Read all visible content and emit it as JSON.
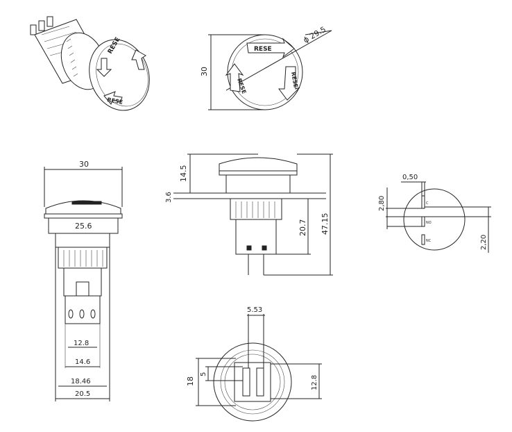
{
  "top_view": {
    "dim_diameter": "ϕ 29.5",
    "dim_height": "30",
    "arrow_labels": [
      "RESE",
      "RESE",
      "RESE"
    ]
  },
  "iso_view": {
    "arrow_labels": [
      "RESE",
      "RESE"
    ]
  },
  "front_view": {
    "dim_top_width": "30",
    "dim_cap_width": "25.6",
    "dim_inner_12_8": "12.8",
    "dim_inner_14_6": "14.6",
    "dim_inner_18_46": "18.46",
    "dim_bottom_width": "20.5"
  },
  "side_view": {
    "dim_cap_height": "14.5",
    "dim_panel": "3.6",
    "dim_body_height": "20.7",
    "dim_total_height": "47.15"
  },
  "detail_view": {
    "dim_pin_width": "0,50",
    "dim_height_2_80": "2,80",
    "dim_height_2_20": "2,20",
    "terminal_labels": [
      "C",
      "NO",
      "NC"
    ]
  },
  "bottom_view": {
    "dim_top": "5.53",
    "dim_left_18": "18",
    "dim_left_5": "5",
    "dim_right_12_8": "12.8"
  },
  "colors": {
    "line": "#222222",
    "background": "#ffffff"
  }
}
